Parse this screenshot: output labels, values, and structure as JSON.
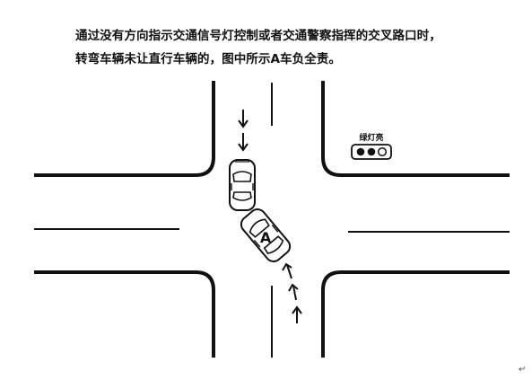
{
  "caption": {
    "line1": "通过没有方向指示交通信号灯控制或者交通警察指挥的交叉路口时，",
    "line2": "转弯车辆未让直行车辆的，图中所示A车负全责。"
  },
  "signal": {
    "label": "绿灯亮"
  },
  "cars": {
    "car_a_label": "A"
  },
  "colors": {
    "line": "#111111",
    "background": "#ffffff"
  },
  "footer": {
    "mark": "↵"
  }
}
